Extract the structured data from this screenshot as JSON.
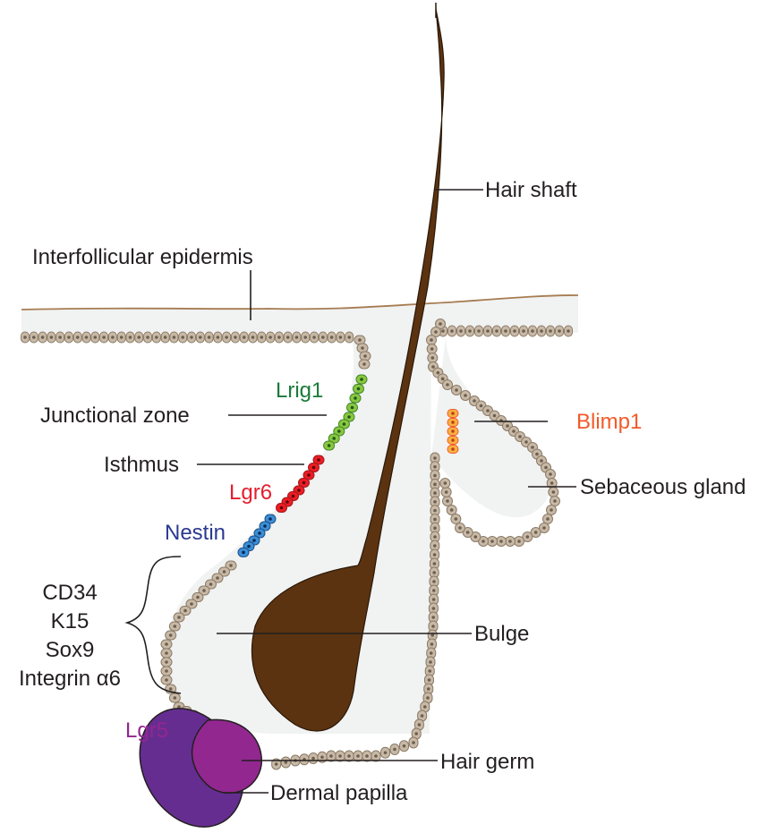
{
  "labels": {
    "hair_shaft": "Hair shaft",
    "interfollicular_epidermis": "Interfollicular epidermis",
    "junctional_zone": "Junctional zone",
    "isthmus": "Isthmus",
    "sebaceous_gland": "Sebaceous gland",
    "bulge": "Bulge",
    "hair_germ": "Hair germ",
    "dermal_papilla": "Dermal papilla"
  },
  "markers": {
    "lrig1": "Lrig1",
    "lgr6": "Lgr6",
    "nestin": "Nestin",
    "blimp1": "Blimp1",
    "lgr5": "Lgr5",
    "bulge_markers": [
      "CD34",
      "K15",
      "Sox9",
      "Integrin α6"
    ]
  },
  "colors": {
    "lrig1": "#1a7a3a",
    "lgr6": "#e31e2d",
    "nestin": "#2b3990",
    "blimp1": "#f15a29",
    "lgr5": "#92278f",
    "hair_shaft": "#5b3311",
    "dermal_papilla": "#662d91",
    "hair_germ": "#92278f",
    "cell_fill": "#c8b9a6",
    "cell_stroke": "#8a7a66",
    "tissue": "#f1f2f2"
  }
}
